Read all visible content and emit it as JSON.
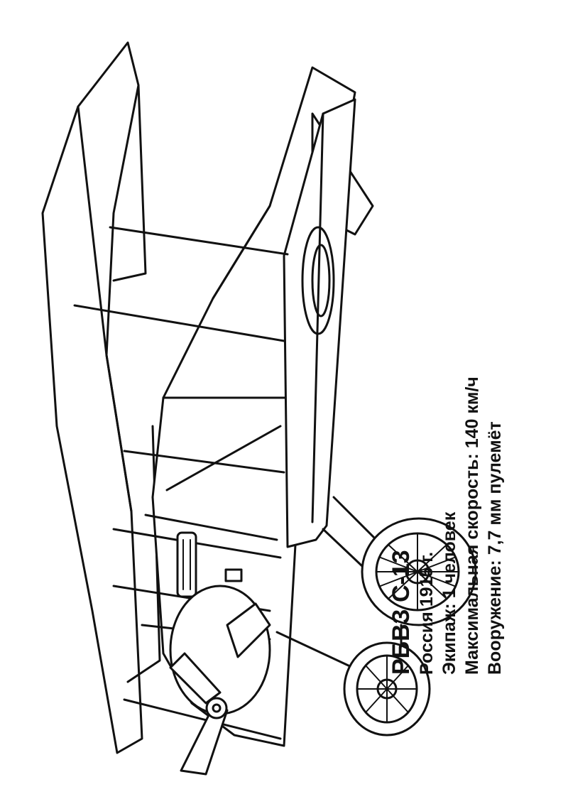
{
  "caption": {
    "title": "РБВЗ С-13",
    "line1": "Россия 1915 г.",
    "line2": "Экипаж: 1 человек",
    "line3": "Максимальная скорость: 140 км/ч",
    "line4": "Вооружение: 7,7 мм пулемёт"
  },
  "colors": {
    "line": "#111111",
    "paper": "#ffffff"
  }
}
